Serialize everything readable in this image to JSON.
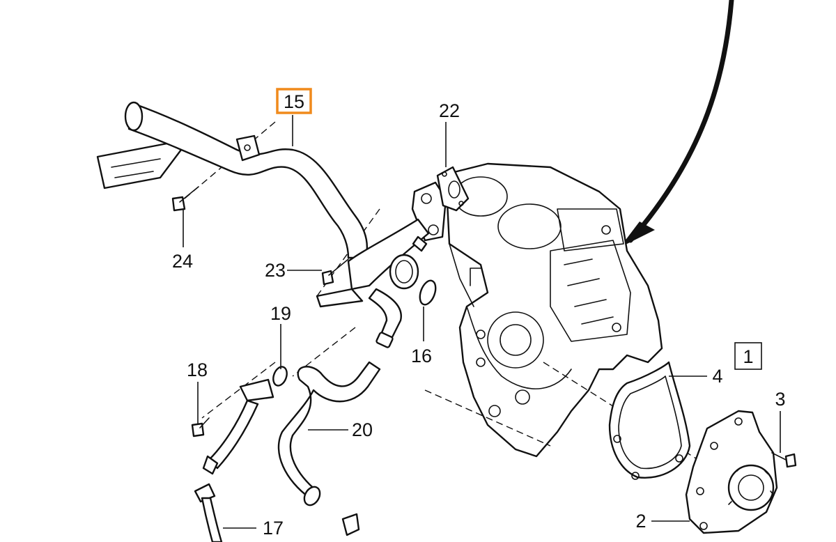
{
  "diagram": {
    "callouts": [
      {
        "id": "c15",
        "text": "15",
        "highlighted": true,
        "highlight_color": "#f08a1c"
      },
      {
        "id": "c22",
        "text": "22"
      },
      {
        "id": "c24",
        "text": "24"
      },
      {
        "id": "c23",
        "text": "23"
      },
      {
        "id": "c19",
        "text": "19"
      },
      {
        "id": "c16",
        "text": "16"
      },
      {
        "id": "c18",
        "text": "18"
      },
      {
        "id": "c20",
        "text": "20"
      },
      {
        "id": "c17",
        "text": "17"
      },
      {
        "id": "c1",
        "text": "1",
        "boxed": true
      },
      {
        "id": "c4",
        "text": "4"
      },
      {
        "id": "c3",
        "text": "3"
      },
      {
        "id": "c2",
        "text": "2"
      }
    ]
  }
}
